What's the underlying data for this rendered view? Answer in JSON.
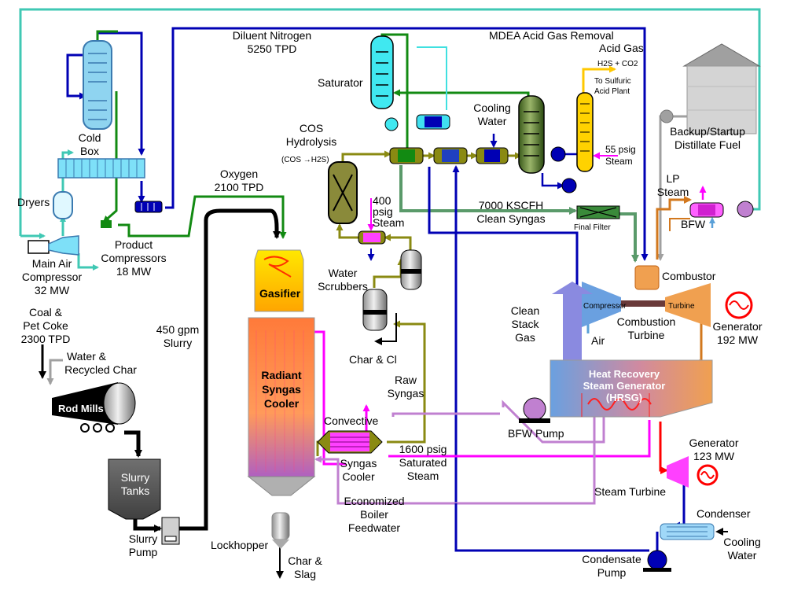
{
  "labels": {
    "diluent_n2": [
      "Diluent Nitrogen",
      "5250 TPD"
    ],
    "mdea": "MDEA Acid Gas Removal",
    "acid_gas": "Acid Gas",
    "h2s_co2": "H2S + CO2",
    "sulfuric": [
      "To Sulfuric",
      "Acid Plant"
    ],
    "saturator": "Saturator",
    "cooling_water_top": [
      "Cooling",
      "Water"
    ],
    "steam_55": [
      "55 psig",
      "Steam"
    ],
    "backup_fuel": [
      "Backup/Startup",
      "Distillate Fuel"
    ],
    "cold_box": [
      "Cold",
      "Box"
    ],
    "cos": [
      "COS",
      "Hydrolysis"
    ],
    "cos_sub": "(COS →H2S)",
    "dryers": "Dryers",
    "main_air": [
      "Main Air",
      "Compressor",
      "32 MW"
    ],
    "product_comp": [
      "Product",
      "Compressors",
      "18 MW"
    ],
    "oxygen": [
      "Oxygen",
      "2100 TPD"
    ],
    "steam_400": [
      "400",
      "psig",
      "Steam"
    ],
    "clean_syngas": [
      "7000 KSCFH",
      "Clean Syngas"
    ],
    "final_filter": "Final Filter",
    "lp_steam": [
      "LP",
      "Steam"
    ],
    "bfw": "BFW",
    "water_scrubbers": [
      "Water",
      "Scrubbers"
    ],
    "combustor": "Combustor",
    "compressor": "Compressor",
    "turbine": "Turbine",
    "combustion_turbine": [
      "Combustion",
      "Turbine"
    ],
    "air": "Air",
    "clean_stack": [
      "Clean",
      "Stack",
      "Gas"
    ],
    "generator_192": [
      "Generator",
      "192 MW"
    ],
    "coal": [
      "Coal &",
      "Pet Coke",
      "2300 TPD"
    ],
    "water_char": [
      "Water &",
      "Recycled Char"
    ],
    "gasifier": "Gasifier",
    "slurry_450": [
      "450 gpm",
      "Slurry"
    ],
    "char_cl": "Char & Cl",
    "raw_syngas": [
      "Raw",
      "Syngas"
    ],
    "radiant": [
      "Radiant",
      "Syngas",
      "Cooler"
    ],
    "rod_mills": "Rod Mills",
    "hrsg": [
      "Heat Recovery",
      "Steam Generator",
      "(HRSG)"
    ],
    "convective": "Convective",
    "syngas_cooler": [
      "Syngas",
      "Cooler"
    ],
    "bfw_pump": "BFW Pump",
    "steam_1600": [
      "1600 psig",
      "Saturated",
      "Steam"
    ],
    "generator_123": [
      "Generator",
      "123 MW"
    ],
    "slurry_tanks": [
      "Slurry",
      "Tanks"
    ],
    "steam_turbine": "Steam Turbine",
    "economized": [
      "Economized",
      "Boiler",
      "Feedwater"
    ],
    "condenser": "Condenser",
    "cooling_water_bot": [
      "Cooling",
      "Water"
    ],
    "slurry_pump": [
      "Slurry",
      "Pump"
    ],
    "lockhopper": "Lockhopper",
    "char_slag": [
      "Char &",
      "Slag"
    ],
    "condensate_pump": [
      "Condensate",
      "Pump"
    ]
  },
  "colors": {
    "teal": "#40c8b4",
    "navy": "#0000b4",
    "green": "#128a12",
    "olive": "#8a8a12",
    "magenta": "#ff00ff",
    "orchid": "#c080d0",
    "red": "#ff0000",
    "gray": "#a0a0a0",
    "orange": "#d2781e",
    "yellow": "#ffc800",
    "syngas_green": "#5a9a6a"
  }
}
